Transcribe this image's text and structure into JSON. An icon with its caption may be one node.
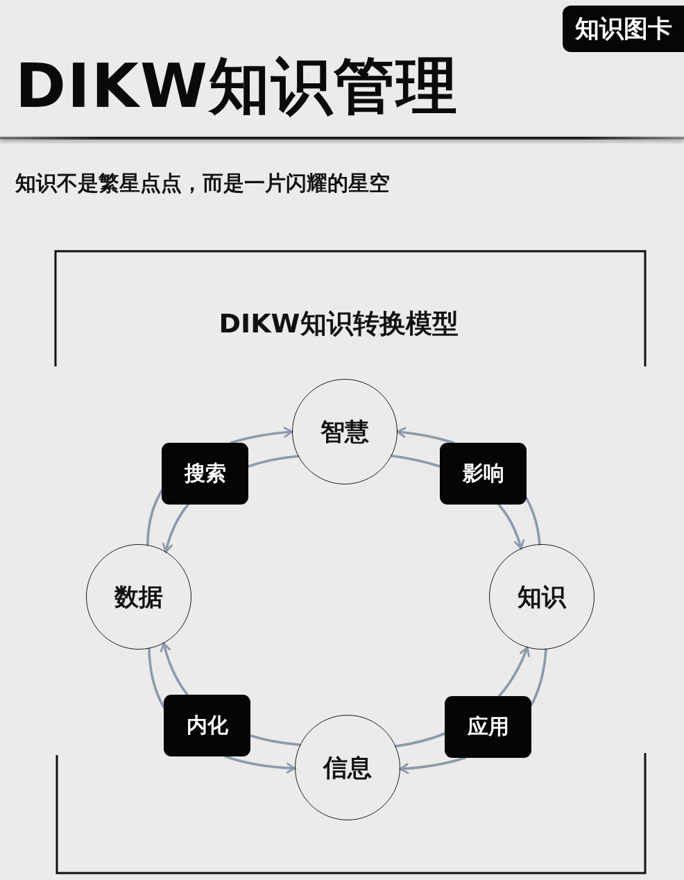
{
  "diagram": {
    "title": "DIKW知识管理",
    "nodes": [
      {
        "text": [
          "知识图卡"
        ]
      },
      {
        "text": [
          "DIKW知识转换模型"
        ]
      },
      {
        "text": [
          "智慧"
        ],
        "in": 1
      },
      {
        "text": [
          "搜索"
        ],
        "in": 1
      },
      {
        "text": [
          "影响"
        ],
        "in": 1
      },
      {
        "text": [
          "数据"
        ],
        "in": 1
      },
      {
        "text": [
          "知识"
        ],
        "in": 1
      },
      {
        "text": [
          "内化"
        ],
        "in": 1
      },
      {
        "text": [
          "应用"
        ],
        "in": 1
      },
      {
        "text": [
          "信息"
        ],
        "in": 1
      }
    ],
    "edges": [
      {
        "from": 5,
        "to": 3,
        "arrow": "none"
      },
      {
        "from": 3,
        "to": 2,
        "arrow": "to"
      },
      {
        "from": 2,
        "to": 3,
        "arrow": "none"
      },
      {
        "from": 3,
        "to": 5,
        "arrow": "to"
      },
      {
        "from": 6,
        "to": 4,
        "arrow": "none"
      },
      {
        "from": 4,
        "to": 2,
        "arrow": "to"
      },
      {
        "from": 2,
        "to": 4,
        "arrow": "none"
      },
      {
        "from": 4,
        "to": 6,
        "arrow": "to"
      },
      {
        "from": 9,
        "to": 8,
        "arrow": "none"
      },
      {
        "from": 8,
        "to": 6,
        "arrow": "to"
      },
      {
        "from": 6,
        "to": 8,
        "arrow": "none"
      },
      {
        "from": 8,
        "to": 9,
        "arrow": "to"
      },
      {
        "from": 5,
        "to": 7,
        "arrow": "none"
      },
      {
        "from": 7,
        "to": 9,
        "arrow": "to"
      },
      {
        "from": 9,
        "to": 7,
        "arrow": "none"
      },
      {
        "from": 7,
        "to": 5,
        "arrow": "to"
      }
    ],
    "labels": [
      "知识不是繁星点点，而是一片闪耀的星空"
    ]
  }
}
